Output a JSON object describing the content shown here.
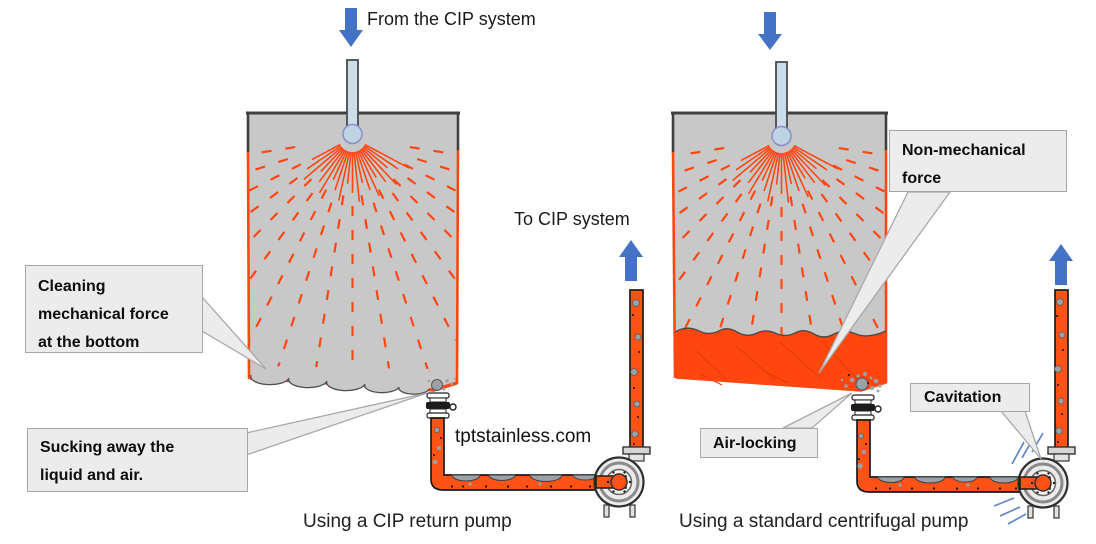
{
  "labels": {
    "from_cip_system": "From the CIP system",
    "to_cip_system": "To CIP system",
    "watermark": "tptstainless.com"
  },
  "left_diagram": {
    "caption": "Using a CIP return pump",
    "callouts": {
      "cleaning_force": "Cleaning\nmechanical force\nat the bottom",
      "sucking": "Sucking away the\nliquid and air."
    }
  },
  "right_diagram": {
    "caption": "Using a standard centrifugal pump",
    "callouts": {
      "non_mechanical": "Non-mechanical\nforce",
      "air_locking": "Air-locking",
      "cavitation": "Cavitation"
    }
  },
  "colors": {
    "arrow_blue": "#4472C4",
    "spray_orange": "#FF4713",
    "liquid_orange": "#FF470D",
    "pipe_orange": "#FF5316",
    "tank_gray": "#C8C8C8",
    "callout_fill": "#ECECEC",
    "callout_border": "#A6A6A6",
    "cavitation_blue": "#5F86CC"
  }
}
